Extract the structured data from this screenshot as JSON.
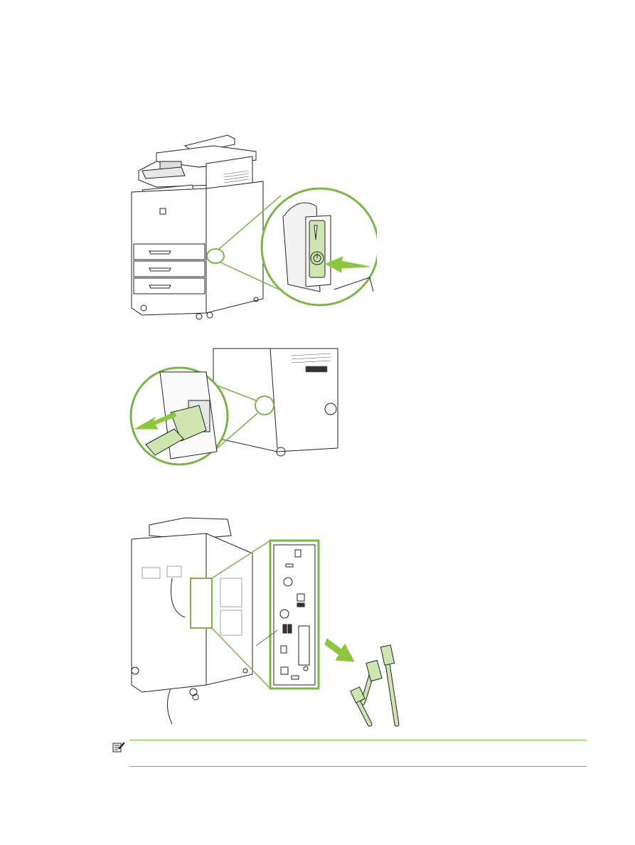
{
  "document": {
    "figures": [
      {
        "id": "power-switch",
        "icon": "printer-power-switch-callout"
      },
      {
        "id": "power-cord",
        "icon": "power-cord-unplug-callout"
      },
      {
        "id": "rear-ports",
        "icon": "rear-io-ports-callout"
      }
    ],
    "note": {
      "icon": "note-icon",
      "text": ""
    }
  },
  "colors": {
    "accent_green": "#7ab547",
    "arrow_green": "#8cc63f",
    "line": "#222222"
  }
}
